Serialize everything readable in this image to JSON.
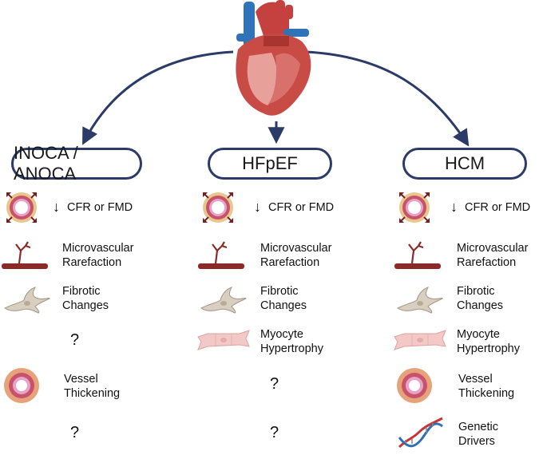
{
  "categories": [
    "INOCA / ANOCA",
    "HFpEF",
    "HCM"
  ],
  "columns": [
    {
      "title": "INOCA / ANOCA",
      "cfr": "CFR or FMD",
      "micro": [
        "Microvascular",
        "Rarefaction"
      ],
      "fibrotic": [
        "Fibrotic",
        "Changes"
      ],
      "row4_q": "?",
      "vessel": [
        "Vessel",
        "Thickening"
      ],
      "row6_q": "?"
    },
    {
      "title": "HFpEF",
      "cfr": "CFR or FMD",
      "micro": [
        "Microvascular",
        "Rarefaction"
      ],
      "fibrotic": [
        "Fibrotic",
        "Changes"
      ],
      "myocyte": [
        "Myocyte",
        "Hypertrophy"
      ],
      "row5_q": "?",
      "row6_q": "?"
    },
    {
      "title": "HCM",
      "cfr": "CFR or FMD",
      "micro": [
        "Microvascular",
        "Rarefaction"
      ],
      "fibrotic": [
        "Fibrotic",
        "Changes"
      ],
      "myocyte": [
        "Myocyte",
        "Hypertrophy"
      ],
      "vessel": [
        "Vessel",
        "Thickening"
      ],
      "genetic": [
        "Genetic",
        "Drivers"
      ]
    }
  ],
  "icons": {
    "heart": "heart-icon",
    "vessel_dilation": "vessel-dilation-icon",
    "rarefaction": "vessel-branch-icon",
    "fibroblast": "fibroblast-icon",
    "myocyte": "myocyte-icon",
    "vessel_cross_section": "vessel-cross-section-icon",
    "dna": "dna-icon"
  },
  "colors": {
    "arrow": "#2b3a66",
    "vessel_red": "#a3342f",
    "fibroblast": "#d9cfc0",
    "myocyte": "#f2c9c6",
    "dna_red": "#c93333",
    "dna_blue": "#2f6fb3"
  }
}
